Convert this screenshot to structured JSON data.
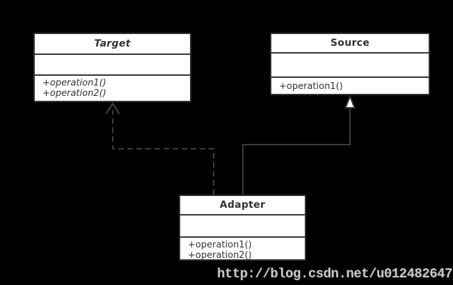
{
  "diagram": {
    "title": "Adapter pattern class diagram",
    "background_color": "#000000",
    "colors": {
      "box_fill": "#ffffff",
      "box_border": "#333333",
      "box_text": "#333333",
      "arrow_line": "#3a3a3a",
      "watermark_text": "#c9c9c9"
    },
    "classes": [
      {
        "id": "target",
        "name": "Target",
        "abstract": true,
        "attributes": [],
        "methods": [
          "+operation1()",
          "+operation2()"
        ]
      },
      {
        "id": "source",
        "name": "Source",
        "abstract": false,
        "attributes": [],
        "methods": [
          "+operation1()"
        ]
      },
      {
        "id": "adapter",
        "name": "Adapter",
        "abstract": false,
        "attributes": [],
        "methods": [
          "+operation1()",
          "+operation2()"
        ]
      }
    ],
    "relationships": [
      {
        "type": "realization",
        "from": "Adapter",
        "to": "Target",
        "line_style": "dashed",
        "arrowhead": "open-chevron"
      },
      {
        "type": "generalization",
        "from": "Adapter",
        "to": "Source",
        "line_style": "solid",
        "arrowhead": "hollow-triangle"
      }
    ],
    "watermark": "http://blog.csdn.net/u012482647"
  }
}
